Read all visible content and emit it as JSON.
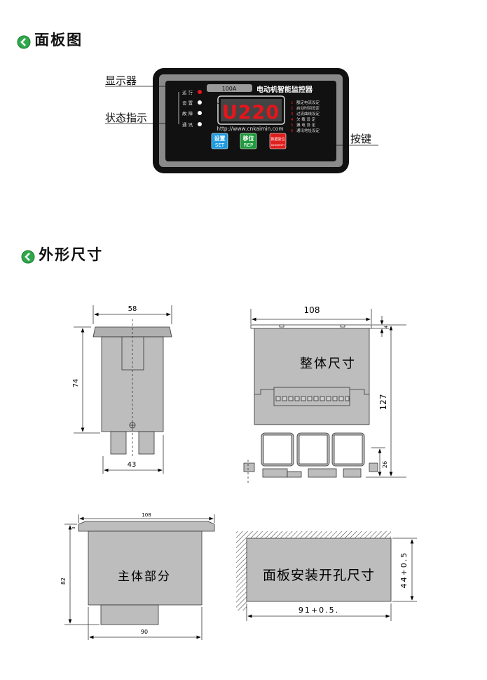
{
  "sections": [
    {
      "title": "面板图",
      "icon": "green-arrow-icon"
    },
    {
      "title": "外形尺寸",
      "icon": "green-arrow-icon"
    }
  ],
  "panel": {
    "rating": "100A",
    "product_name": "电动机智能监控器",
    "display_value": "U220",
    "url": "http://www.cnkaimin.com",
    "status_leds": [
      {
        "label": "运 行",
        "color": "#e8141c"
      },
      {
        "label": "设 置",
        "color": "#ffffff"
      },
      {
        "label": "故 障",
        "color": "#ffffff"
      },
      {
        "label": "通 讯",
        "color": "#ffffff"
      }
    ],
    "menu": [
      {
        "num": "1",
        "label": "额定电流设定"
      },
      {
        "num": "2",
        "label": "启动时间设定"
      },
      {
        "num": "3",
        "label": "过流曲线设定"
      },
      {
        "num": "4",
        "label": "欠 载 设 定"
      },
      {
        "num": "5",
        "label": "漏 电 设 定"
      },
      {
        "num": "6",
        "label": "通讯地址设定"
      }
    ],
    "buttons": [
      {
        "cn": "设置",
        "en": "SET",
        "color": "#1e9be0"
      },
      {
        "cn": "移位",
        "en": "REP",
        "color": "#1f9a3e"
      },
      {
        "cn": "数据复位",
        "en": "DATA/RESET",
        "color": "#e02020"
      }
    ],
    "callouts": {
      "display": "显示器",
      "status": "状态指示",
      "keys": "按键"
    }
  },
  "dimensions": {
    "side_view": {
      "top_width": "58",
      "height": "74",
      "bottom_width": "43"
    },
    "overall": {
      "width": "108",
      "flange": "4",
      "height": "127",
      "rail": "26",
      "label": "整体尺寸"
    },
    "body": {
      "width": "108",
      "flange": "8",
      "height": "82",
      "bottom_width": "90",
      "label": "主体部分"
    },
    "cutout": {
      "width": "91+0.5.",
      "height": "44+0.5",
      "label": "面板安装开孔尺寸"
    }
  }
}
